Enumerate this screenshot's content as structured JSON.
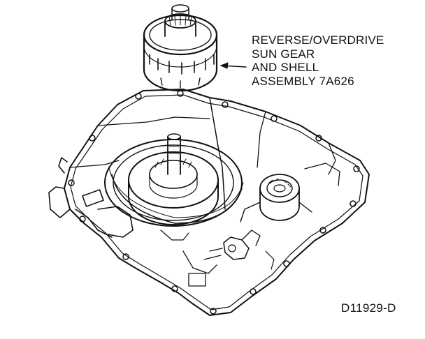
{
  "callout": {
    "lines": [
      "REVERSE/OVERDRIVE",
      "SUN GEAR",
      "AND SHELL",
      "ASSEMBLY 7A626"
    ]
  },
  "figure_code": "D11929-D"
}
